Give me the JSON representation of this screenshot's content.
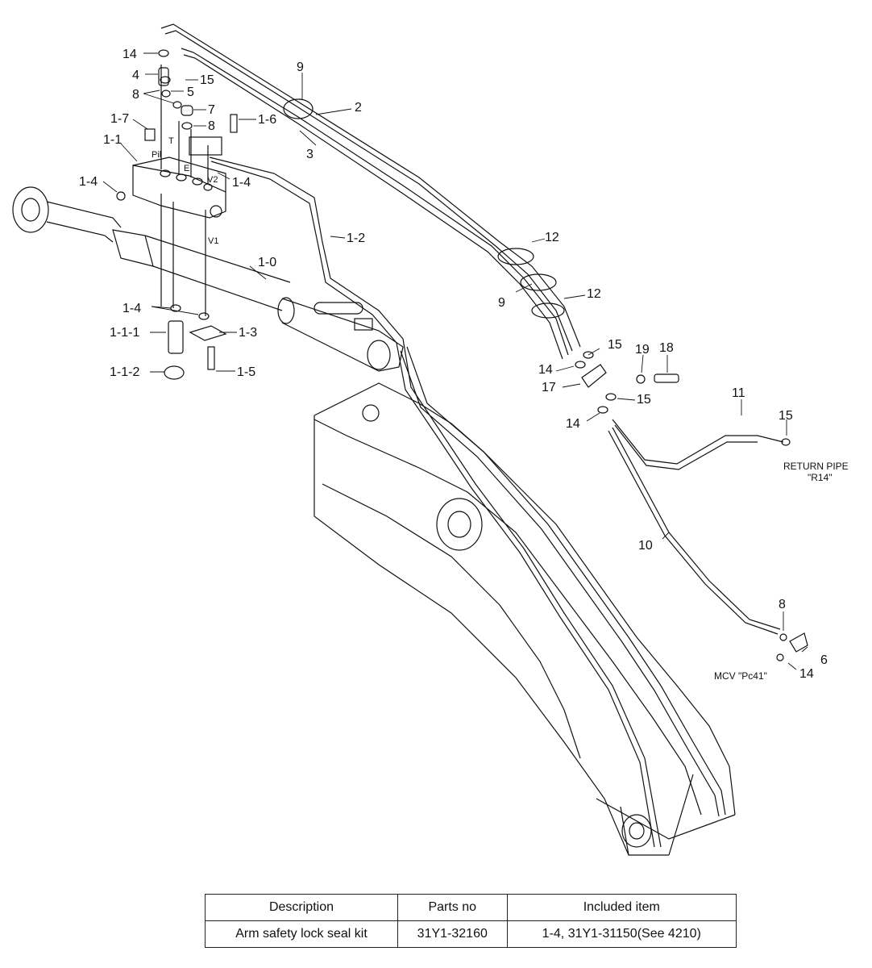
{
  "callouts": {
    "c14a": "14",
    "c4": "4",
    "c15a": "15",
    "c8a": "8",
    "c5": "5",
    "c7": "7",
    "c8b": "8",
    "c1_7": "1-7",
    "c1_6": "1-6",
    "c9a": "9",
    "c2": "2",
    "c3": "3",
    "c1_1": "1-1",
    "c1_4a": "1-4",
    "c1_4b": "1-4",
    "c1_2": "1-2",
    "c1_0": "1-0",
    "c1_4c": "1-4",
    "c1_1_1": "1-1-1",
    "c1_3": "1-3",
    "c1_1_2": "1-1-2",
    "c1_5": "1-5",
    "c12a": "12",
    "c9b": "9",
    "c12b": "12",
    "c15b": "15",
    "c19": "19",
    "c18": "18",
    "c14b": "14",
    "c17": "17",
    "c15c": "15",
    "c14c": "14",
    "c11": "11",
    "c15d": "15",
    "c10": "10",
    "c8c": "8",
    "c6": "6",
    "c14d": "14"
  },
  "port_labels": {
    "pil": "Pil",
    "t": "T",
    "e": "E",
    "v2": "V2",
    "v1": "V1"
  },
  "notes": {
    "return_pipe_1": "RETURN PIPE",
    "return_pipe_2": "\"R14\"",
    "mcv": "MCV  \"Pc41\""
  },
  "table": {
    "headers": [
      "Description",
      "Parts no",
      "Included item"
    ],
    "rows": [
      [
        "Arm safety lock seal kit",
        "31Y1-32160",
        "1-4, 31Y1-31150(See 4210)"
      ]
    ]
  }
}
